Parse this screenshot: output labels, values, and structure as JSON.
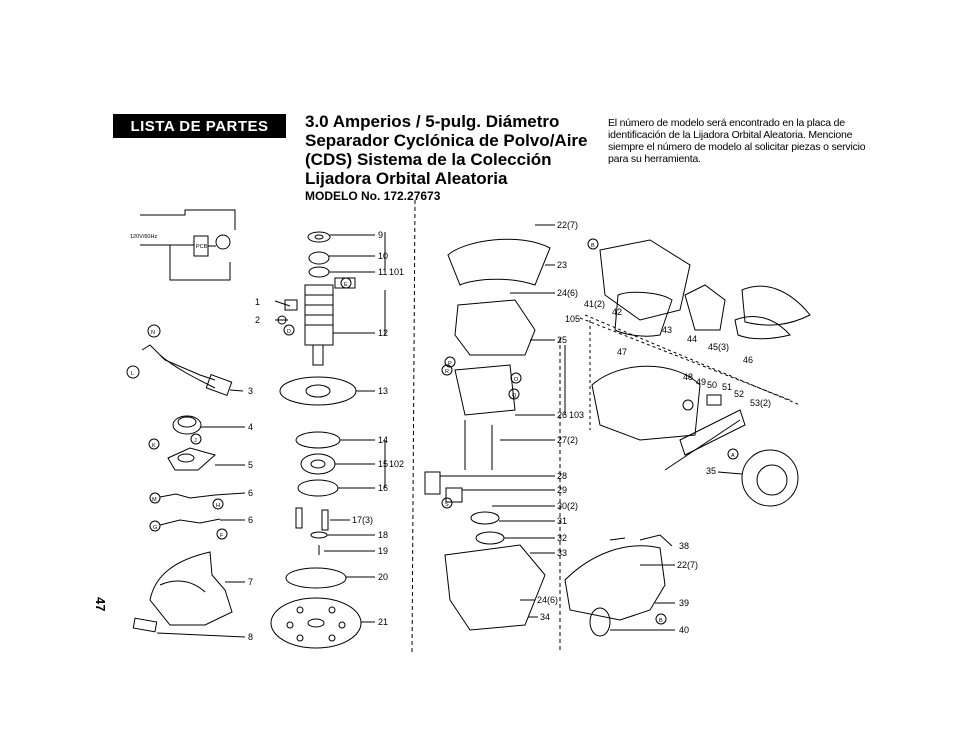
{
  "header": {
    "badge": "LISTA DE PARTES",
    "title_lines": [
      "3.0 Amperios / 5-pulg. Diámetro",
      "Separador Cyclónica de Polvo/Aire",
      "(CDS) Sistema de la Colección",
      "Lijadora Orbital Aleatoria"
    ],
    "model": "MODELO No. 172.27673",
    "note": "El número de modelo será encontrado en la placa de identificación de la Lijadora Orbital Aleatoria. Mencione siempre el número de modelo al solicitar piezas o servicio para su herramienta."
  },
  "page_number": "47",
  "schematic": {
    "voltage": "120V/60Hz",
    "pcb": "PCB"
  },
  "labels": {
    "p1": "1",
    "p2": "2",
    "p3": "3",
    "p4": "4",
    "p5": "5",
    "p6a": "6",
    "p6b": "6",
    "p7": "7",
    "p8": "8",
    "p9": "9",
    "p10": "10",
    "p11": "11",
    "p101": "101",
    "p12": "12",
    "p13": "13",
    "p14": "14",
    "p15": "15",
    "p102": "102",
    "p16": "16",
    "p17": "17(3)",
    "p18": "18",
    "p19": "19",
    "p20": "20",
    "p21": "21",
    "p22a": "22(7)",
    "p23": "23",
    "p24a": "24(6)",
    "p25": "25",
    "p26": "26",
    "p103": "103",
    "p27": "27(2)",
    "p28": "28",
    "p29": "29",
    "p30": "30(2)",
    "p31": "31",
    "p32": "32",
    "p33": "33",
    "p24b": "24(6)",
    "p34": "34",
    "p41": "41(2)",
    "p42": "42",
    "p105": "105",
    "p43": "43",
    "p44": "44",
    "p45": "45(3)",
    "p46": "46",
    "p47": "47",
    "p48": "48",
    "p49": "49",
    "p50": "50",
    "p51": "51",
    "p52": "52",
    "p53": "53(2)",
    "p35": "35",
    "p38": "38",
    "p22b": "22(7)",
    "p39": "39",
    "p40": "40"
  },
  "circle_letters": {
    "c_n": "N",
    "c_l": "L",
    "c_j": "J",
    "c_k": "K",
    "c_m": "M",
    "c_h": "H",
    "c_g": "G",
    "c_f": "F",
    "c_e": "E",
    "c_d": "D",
    "c_p": "P",
    "c_r": "R",
    "c_o": "O",
    "c_q": "Q",
    "c_s": "S",
    "c_b": "B",
    "c_a": "A",
    "c_b2": "B"
  }
}
